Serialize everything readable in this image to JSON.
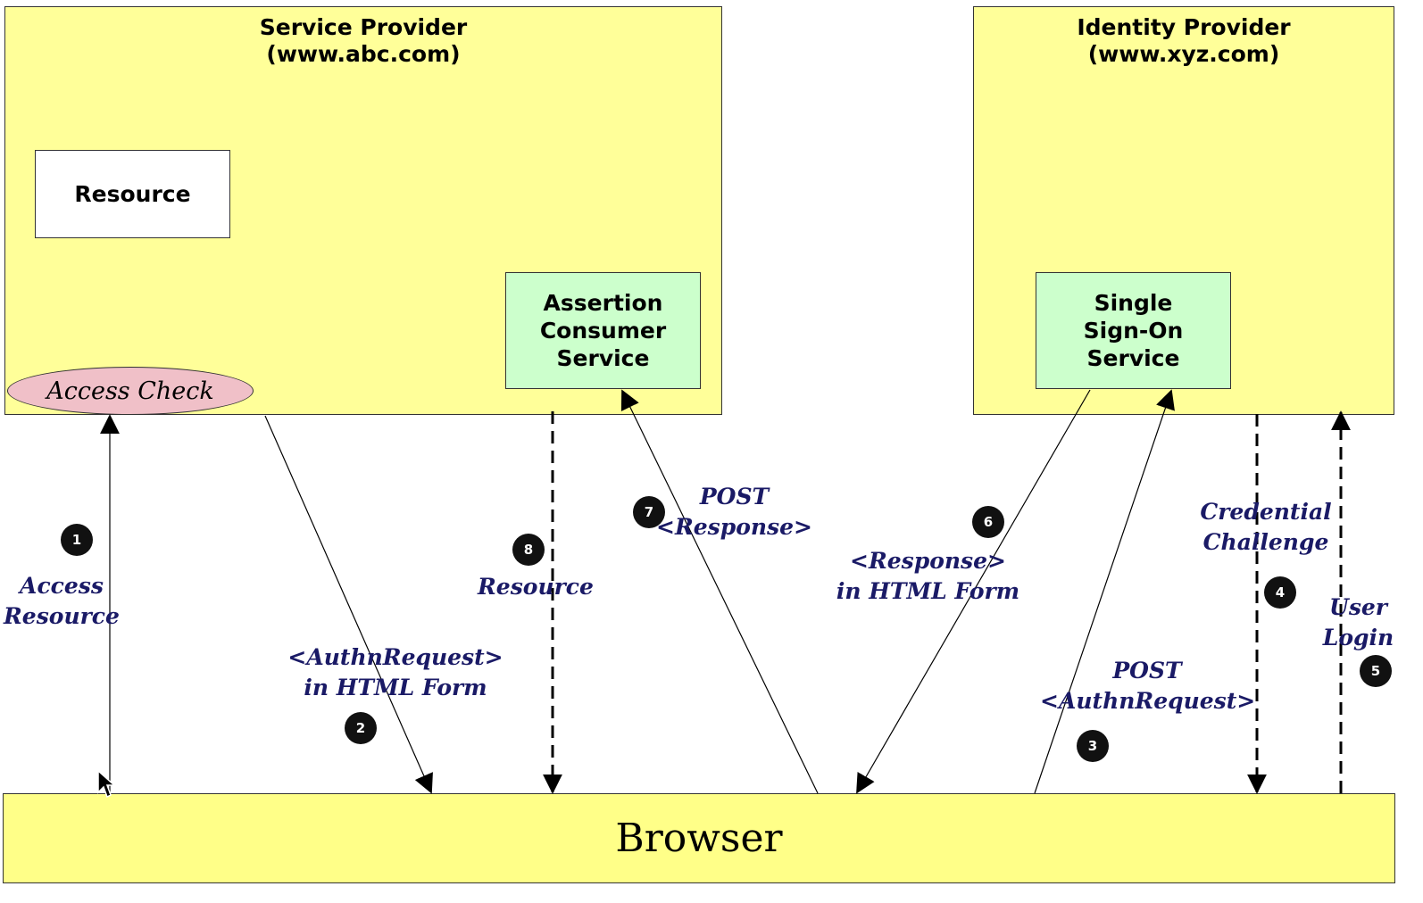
{
  "service_provider": {
    "title": "Service Provider",
    "domain": "(www.abc.com)",
    "resource": "Resource",
    "access_check": "Access Check",
    "acs": [
      "Assertion",
      "Consumer",
      "Service"
    ]
  },
  "identity_provider": {
    "title": "Identity Provider",
    "domain": "(www.xyz.com)",
    "sso": [
      "Single",
      "Sign-On",
      "Service"
    ]
  },
  "browser": {
    "label": "Browser"
  },
  "steps": [
    {
      "num": "1",
      "lines": [
        "Access",
        "Resource"
      ]
    },
    {
      "num": "2",
      "lines": [
        "<AuthnRequest>",
        "in HTML Form"
      ]
    },
    {
      "num": "3",
      "lines": [
        "POST",
        "<AuthnRequest>"
      ]
    },
    {
      "num": "4",
      "lines": [
        "Credential",
        "Challenge"
      ]
    },
    {
      "num": "5",
      "lines": [
        "User",
        "Login"
      ]
    },
    {
      "num": "6",
      "lines": [
        "<Response>",
        "in HTML Form"
      ]
    },
    {
      "num": "7",
      "lines": [
        "POST",
        "<Response>"
      ]
    },
    {
      "num": "8",
      "lines": [
        "Resource"
      ]
    }
  ],
  "colors": {
    "provider_fill": "#ffff99",
    "service_fill": "#ccffcc",
    "access_check_fill": "#f0c0c8",
    "label_text": "#1a1a66"
  }
}
